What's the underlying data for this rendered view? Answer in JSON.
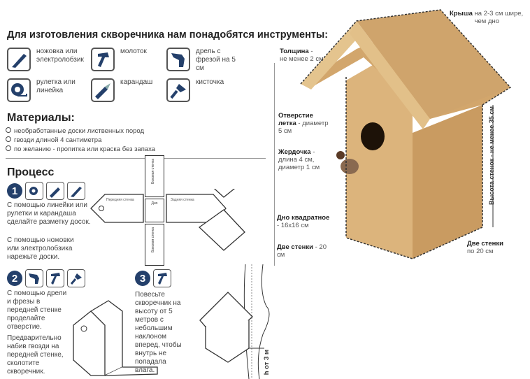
{
  "title": "Для изготовления скворечника нам понадобятся инструменты:",
  "tools": [
    {
      "icon": "saw-icon",
      "label": "ножовка или электролобзик"
    },
    {
      "icon": "hammer-icon",
      "label": "молоток"
    },
    {
      "icon": "drill-icon",
      "label": "дрель с фрезой на 5 см"
    },
    {
      "icon": "tape-measure-icon",
      "label": "рулетка или линейка"
    },
    {
      "icon": "pencil-icon",
      "label": "карандаш"
    },
    {
      "icon": "brush-icon",
      "label": "кисточка"
    }
  ],
  "materials": {
    "title": "Материалы:",
    "items": [
      "необработанные доски лиственных пород",
      "гвозди длиной 4 сантиметра",
      "по желанию - пропитка или краска без запаха"
    ]
  },
  "process": {
    "title": "Процесс",
    "steps": [
      {
        "number": "1",
        "texts": [
          "С помощью линейки или рулетки и карандаша сделайте разметку досок.",
          "С помощью ножовки или электролобзика нарежьте доски."
        ]
      },
      {
        "number": "2",
        "texts": [
          "С помощью дрели и фрезы в передней стенке проделайте отверстие.",
          "Предварительно набив гвозди на передней стенке, сколотите скворечник."
        ]
      },
      {
        "number": "3",
        "texts": [
          "Повесьте скворечник на высоту от 5 метров с небольшим наклоном вперед, чтобы внутрь не попадала влага."
        ]
      }
    ],
    "net_labels": {
      "front": "Передняя стенка",
      "bottom": "Дно",
      "back": "Задняя стенка",
      "side_top": "Боковая стенка",
      "side_bottom": "Боковая стенка"
    },
    "height_label": "h от 3 м"
  },
  "annotations": {
    "roof": {
      "bold": "Крыша",
      "text": "на 2-3 см шире, чем дно"
    },
    "thickness": {
      "bold": "Толщина",
      "text": "не менее 2 см"
    },
    "hole": {
      "bold": "Отверстие летка",
      "text": "диаметр 5 см"
    },
    "perch": {
      "bold": "Жердочка",
      "text": "длина 4 см, диаметр 1 см"
    },
    "bottom": {
      "bold": "Дно квадратное",
      "text": "16х16 см"
    },
    "two_walls_left": {
      "bold": "Две стенки",
      "text": "20 см"
    },
    "wall_height": "Высота стенок - не менее 35 см",
    "two_walls_right": {
      "bold": "Две стенки",
      "text": "по 20 см"
    }
  },
  "colors": {
    "icon": "#24406b",
    "wood": "#d9b27a",
    "wood_dark": "#b98e55"
  }
}
